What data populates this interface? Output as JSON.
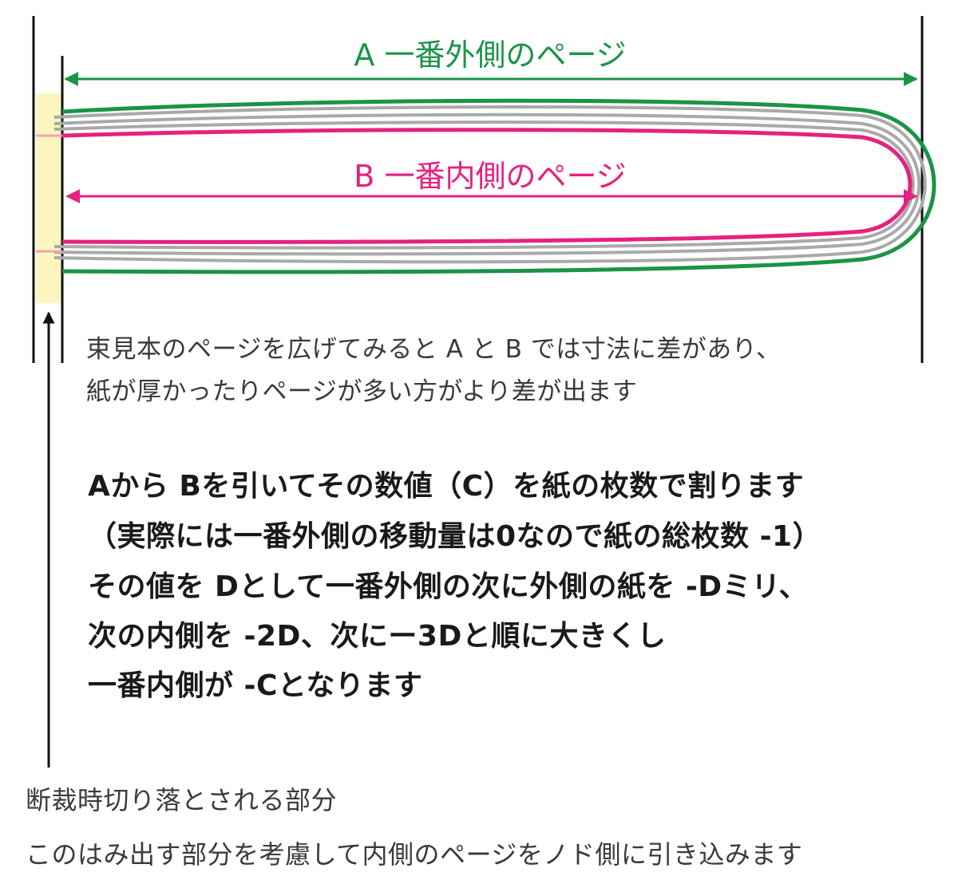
{
  "labels": {
    "a_outer_page": "A 一番外側のページ",
    "b_inner_page": "B 一番内側のページ"
  },
  "colors": {
    "outer": "#1a9447",
    "inner": "#e6217f",
    "middle_pages": "#a9a9a9",
    "trim_area": "#fbf6c0",
    "line": "#111111"
  },
  "note_lines": [
    "束見本のページを広げてみると A と B では寸法に差があり、",
    "紙が厚かったりページが多い方がより差が出ます"
  ],
  "explanation_lines": [
    "Aから Bを引いてその数値（C）を紙の枚数で割ります",
    "（実際には一番外側の移動量は0なので紙の総枚数 -1）",
    "その値を Dとして一番外側の次に外側の紙を -Dミリ、",
    "次の内側を -2D、次にー3Dと順に大きくし",
    "一番内側が -Cとなります"
  ],
  "trim_caption": "断裁時切り落とされる部分",
  "bottom_caption": "このはみ出す部分を考慮して内側のページをノド側に引き込みます"
}
